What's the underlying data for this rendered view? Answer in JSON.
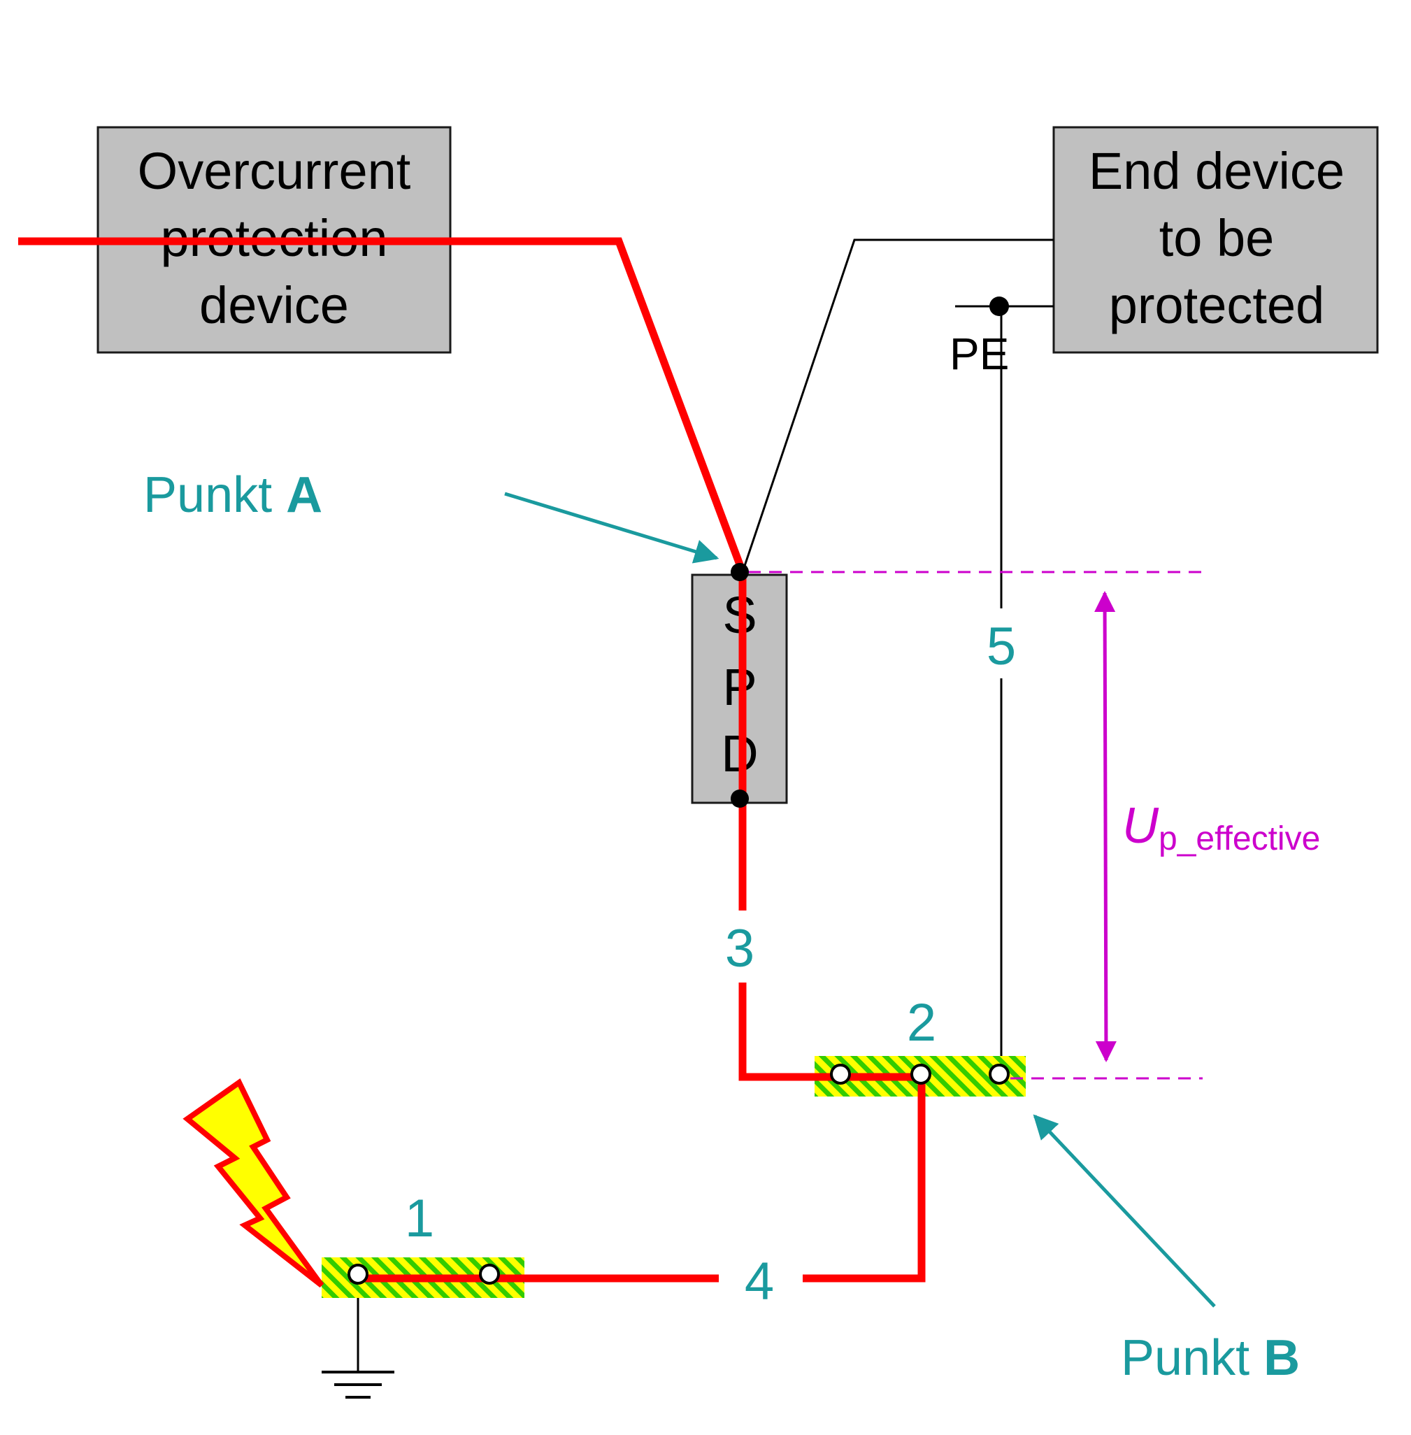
{
  "boxes": {
    "overcurrent": [
      "Overcurrent",
      "protection",
      "device"
    ],
    "end_device": [
      "End device",
      "to be",
      "protected"
    ],
    "spd": [
      "S",
      "P",
      "D"
    ]
  },
  "labels": {
    "pe": "PE",
    "punkt_a_prefix": "Punkt ",
    "punkt_a_letter": "A",
    "punkt_b_prefix": "Punkt ",
    "punkt_b_letter": "B",
    "up_main": "U",
    "up_sub": "p_effective",
    "n1": "1",
    "n2": "2",
    "n3": "3",
    "n4": "4",
    "n5": "5"
  },
  "colors": {
    "surge_path": "#ff0000",
    "conductor": "#000000",
    "annotation_teal": "#1a9a9e",
    "voltage_magenta": "#cc00cc",
    "box_fill": "#c0c0c0",
    "bar_yellow": "#ffff00",
    "bar_green": "#33cc00"
  }
}
